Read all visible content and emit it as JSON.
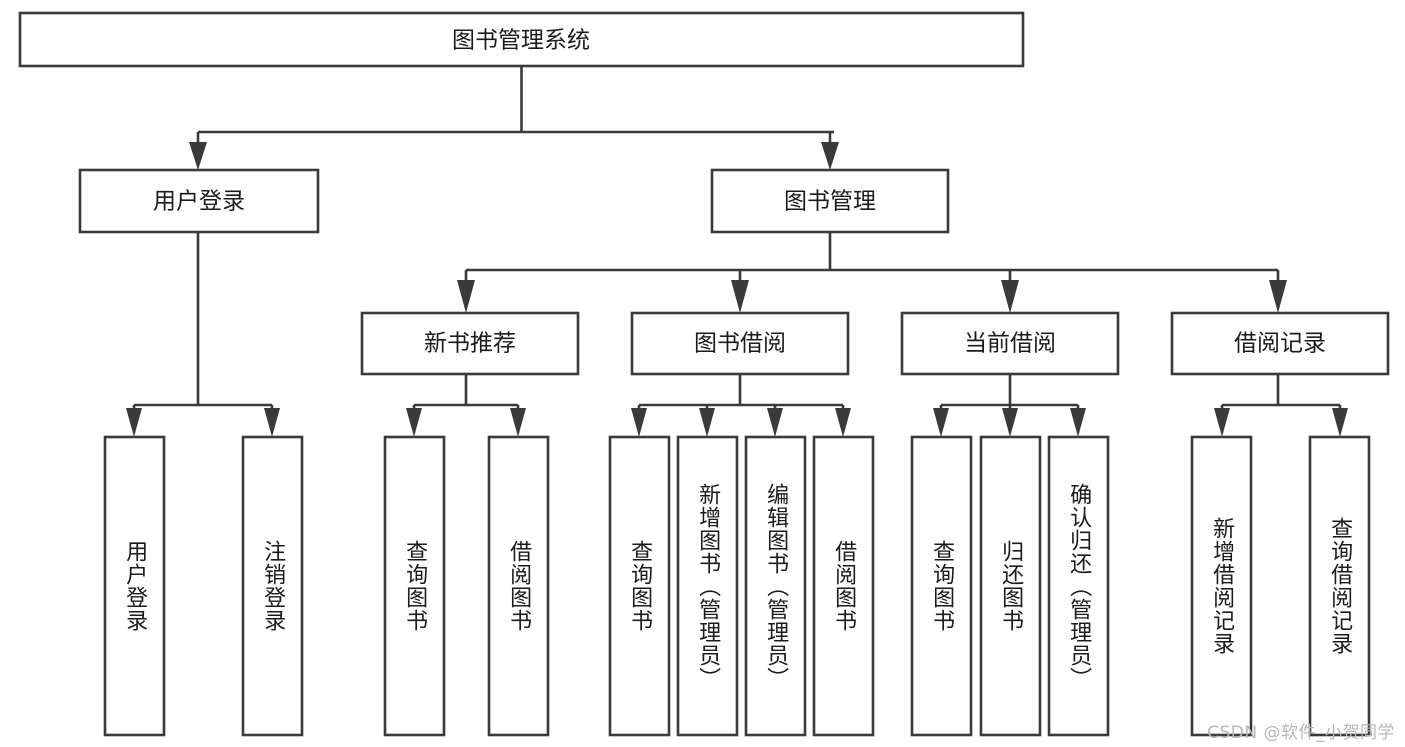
{
  "diagram": {
    "title": "图书管理系统",
    "type": "tree-hierarchy",
    "colors": {
      "box_stroke": "#3a3a3a",
      "box_fill": "#ffffff",
      "text": "#1b1b1b",
      "background": "#ffffff",
      "watermark": "#b6b6b6"
    },
    "root": {
      "label": "图书管理系统"
    },
    "level2": [
      {
        "label": "用户登录"
      },
      {
        "label": "图书管理"
      }
    ],
    "level3": [
      {
        "label": "新书推荐"
      },
      {
        "label": "图书借阅"
      },
      {
        "label": "当前借阅"
      },
      {
        "label": "借阅记录"
      }
    ],
    "leaves": {
      "user_login": [
        {
          "label": "用户登录"
        },
        {
          "label": "注销登录"
        }
      ],
      "new_book_recommend": [
        {
          "label": "查询图书"
        },
        {
          "label": "借阅图书"
        }
      ],
      "book_borrow": [
        {
          "label": "查询图书"
        },
        {
          "label": "新增图书（管理员）"
        },
        {
          "label": "编辑图书（管理员）"
        },
        {
          "label": "借阅图书"
        }
      ],
      "current_borrow": [
        {
          "label": "查询图书"
        },
        {
          "label": "归还图书"
        },
        {
          "label": "确认归还（管理员）"
        }
      ],
      "borrow_record": [
        {
          "label": "新增借阅记录"
        },
        {
          "label": "查询借阅记录"
        }
      ]
    },
    "watermark": "CSDN @软件_小贺同学"
  }
}
